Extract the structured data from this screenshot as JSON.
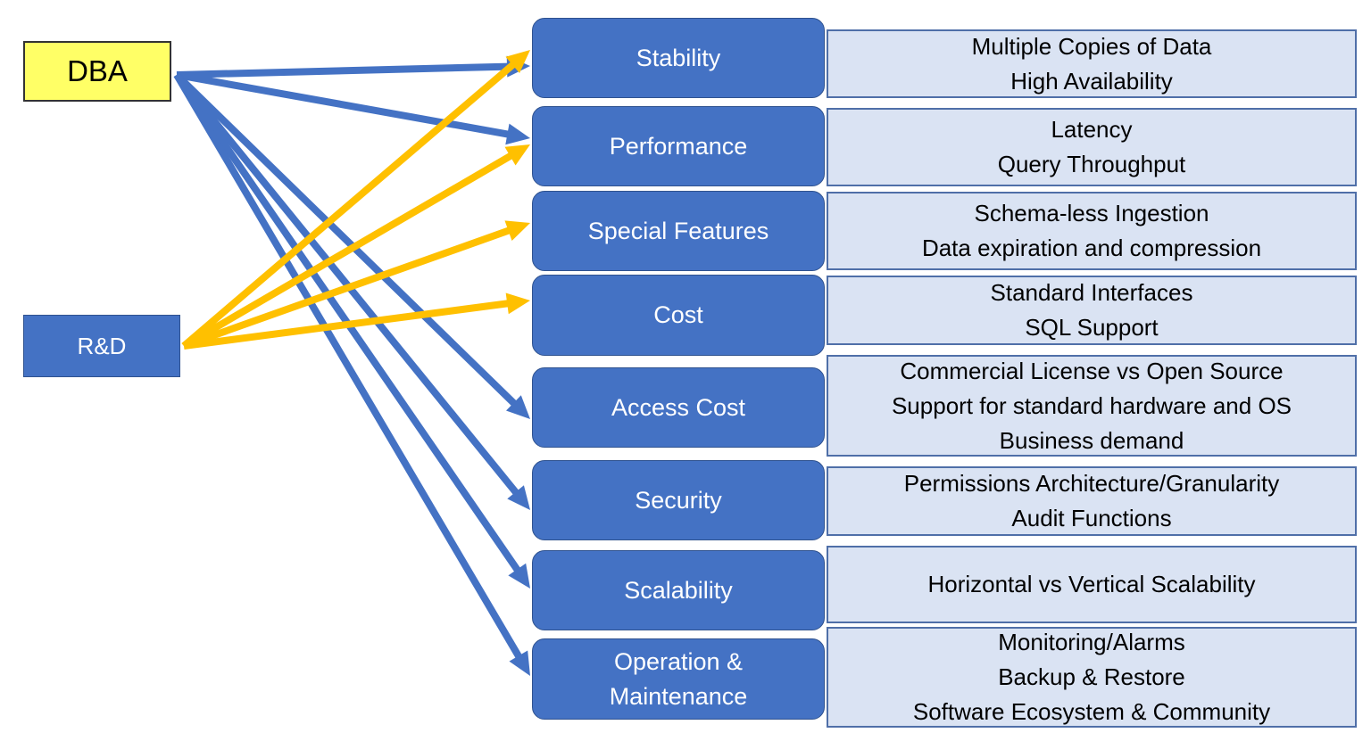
{
  "colors": {
    "dba_arrow": "#4472c4",
    "rd_arrow": "#ffc000",
    "category_fill": "#4472c4",
    "detail_fill": "#dae3f3",
    "dba_fill": "#ffff66"
  },
  "actors": {
    "dba": "DBA",
    "rd": "R&D"
  },
  "categories": [
    {
      "label": "Stability",
      "details": [
        "Multiple Copies of Data",
        "High Availability"
      ]
    },
    {
      "label": "Performance",
      "details": [
        "Latency",
        "Query Throughput"
      ]
    },
    {
      "label": "Special Features",
      "details": [
        "Schema-less Ingestion",
        "Data expiration and compression"
      ]
    },
    {
      "label": "Cost",
      "details": [
        "Standard Interfaces",
        "SQL Support"
      ]
    },
    {
      "label": "Access Cost",
      "details": [
        "Commercial License vs Open Source",
        "Support for standard hardware and OS",
        "Business demand"
      ]
    },
    {
      "label": "Security",
      "details": [
        "Permissions Architecture/Granularity",
        "Audit Functions"
      ]
    },
    {
      "label": "Scalability",
      "details": [
        "Horizontal vs Vertical Scalability"
      ]
    },
    {
      "label": "Operation & Maintenance",
      "details": [
        "Monitoring/Alarms",
        "Backup & Restore",
        "Software Ecosystem & Community"
      ]
    }
  ],
  "connections": {
    "dba": [
      "Stability",
      "Performance",
      "Access Cost",
      "Security",
      "Scalability",
      "Operation & Maintenance"
    ],
    "rd": [
      "Stability",
      "Performance",
      "Special Features",
      "Cost"
    ]
  }
}
